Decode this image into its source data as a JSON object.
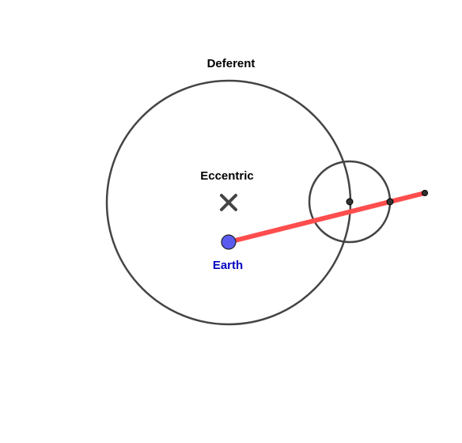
{
  "labels": {
    "deferent": "Deferent",
    "eccentric": "Eccentric",
    "earth": "Earth"
  },
  "colors": {
    "circle_stroke": "#444444",
    "line_of_sight": "#ff4d4d",
    "earth_fill": "#5b5bf0",
    "earth_label": "#0000c0",
    "point_fill": "#333333",
    "text": "#000000"
  }
}
